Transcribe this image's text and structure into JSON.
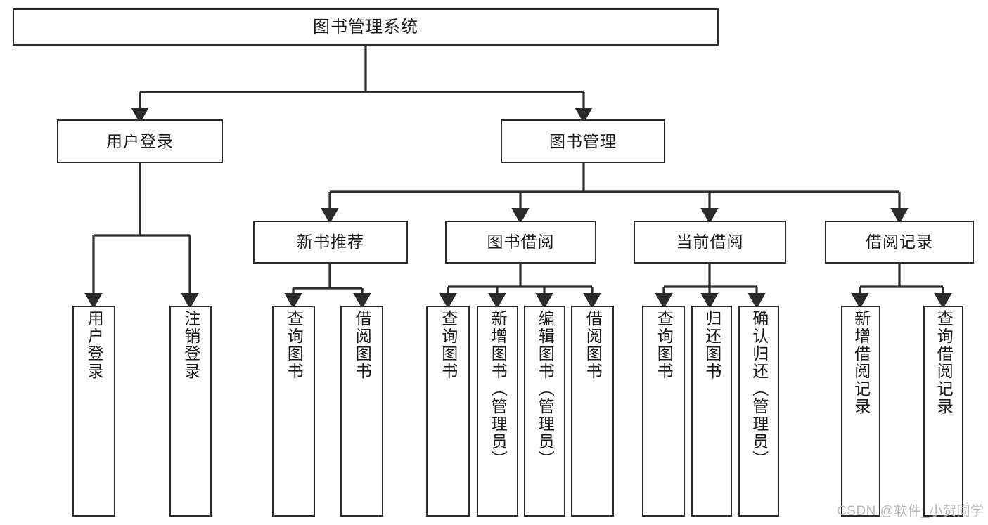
{
  "diagram": {
    "title": "图书管理系统",
    "type": "hierarchy-tree",
    "arrow_color": "#2b2b2b",
    "box_border_color": "#2b2b2b",
    "box_fill_color": "#ffffff",
    "text_color": "#1a1a1a"
  },
  "nodes": {
    "root": {
      "label": "图书管理系统"
    },
    "level2": [
      {
        "label": "用户登录"
      },
      {
        "label": "图书管理"
      }
    ],
    "level3": [
      {
        "label": "新书推荐"
      },
      {
        "label": "图书借阅"
      },
      {
        "label": "当前借阅"
      },
      {
        "label": "借阅记录"
      }
    ],
    "leaves": {
      "user_login": [
        {
          "label": "用户登录"
        },
        {
          "label": "注销登录"
        }
      ],
      "new_book_recommend": [
        {
          "label": "查询图书"
        },
        {
          "label": "借阅图书"
        }
      ],
      "book_borrow": [
        {
          "label": "查询图书"
        },
        {
          "label": "新增图书（管理员）"
        },
        {
          "label": "编辑图书（管理员）"
        },
        {
          "label": "借阅图书"
        }
      ],
      "current_borrow": [
        {
          "label": "查询图书"
        },
        {
          "label": "归还图书"
        },
        {
          "label": "确认归还（管理员）"
        }
      ],
      "borrow_record": [
        {
          "label": "新增借阅记录"
        },
        {
          "label": "查询借阅记录"
        }
      ]
    }
  },
  "watermark": {
    "text": "CSDN @软件_小贺同学"
  }
}
